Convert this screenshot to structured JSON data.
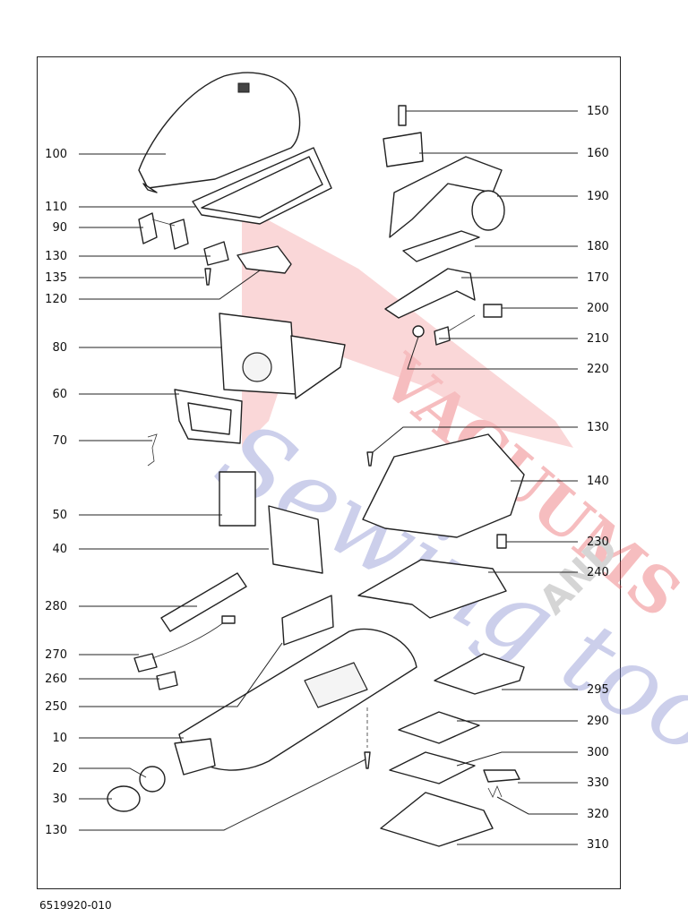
{
  "document_code": "6519920-010",
  "watermark": {
    "text": "VACUUMS & Sewing too",
    "color_red": "#e8454a",
    "color_blue": "#6f78c8",
    "color_gray": "#8a8a8a"
  },
  "callouts_left": [
    "100",
    "110",
    "90",
    "130",
    "135",
    "120",
    "80",
    "60",
    "70",
    "50",
    "40",
    "280",
    "270",
    "260",
    "250",
    "10",
    "20",
    "30",
    "130"
  ],
  "callouts_right": [
    "150",
    "160",
    "190",
    "180",
    "170",
    "200",
    "210",
    "220",
    "130",
    "140",
    "230",
    "240",
    "295",
    "290",
    "300",
    "330",
    "320",
    "310"
  ]
}
